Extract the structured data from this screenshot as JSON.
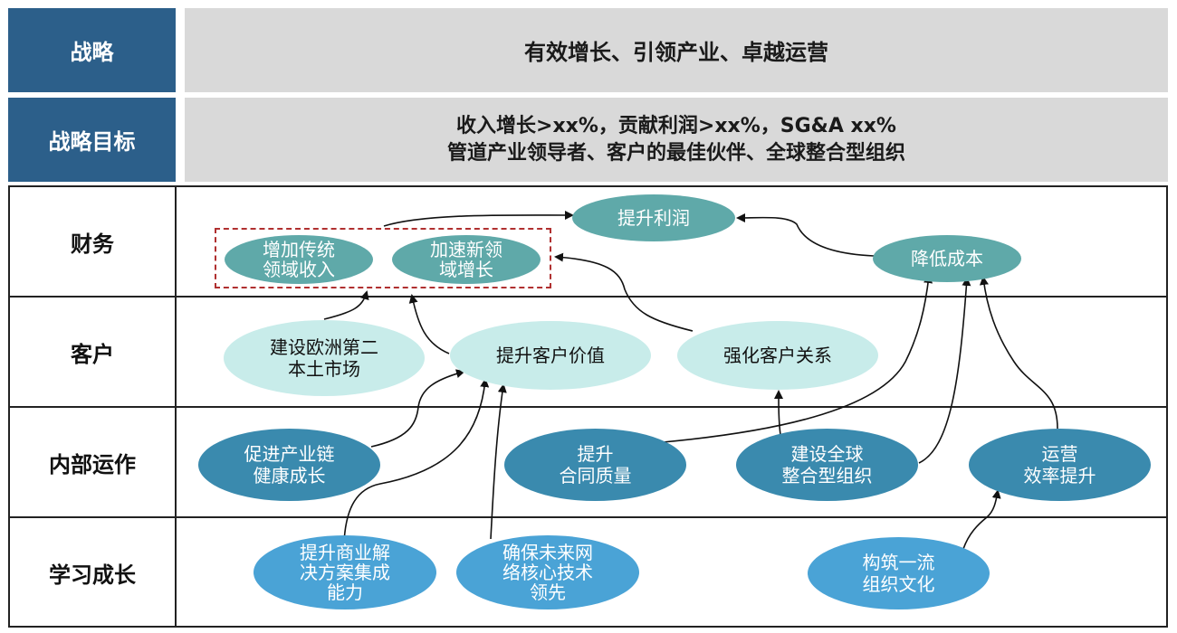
{
  "header": {
    "strategy_label": "战略",
    "strategy_text": "有效增长、引领产业、卓越运营",
    "goal_label": "战略目标",
    "goal_line1": "收入增长>xx%，贡献利润>xx%，SG&A xx%",
    "goal_line2": "管道产业领导者、客户的最佳伙伴、全球整合型组织"
  },
  "rows": {
    "finance": "财务",
    "customer": "客户",
    "internal": "内部运作",
    "learning": "学习成长"
  },
  "nodes": {
    "profit": "提升利润",
    "trad_income_1": "增加传统",
    "trad_income_2": "领域收入",
    "new_growth_1": "加速新领",
    "new_growth_2": "域增长",
    "reduce_cost": "降低成本",
    "europe_1": "建设欧洲第二",
    "europe_2": "本土市场",
    "customer_value": "提升客户价值",
    "customer_relation": "强化客户关系",
    "industry_chain_1": "促进产业链",
    "industry_chain_2": "健康成长",
    "contract_1": "提升",
    "contract_2": "合同质量",
    "global_org_1": "建设全球",
    "global_org_2": "整合型组织",
    "ops_1": "运营",
    "ops_2": "效率提升",
    "business_sol_1": "提升商业解",
    "business_sol_2": "决方案集成",
    "business_sol_3": "能力",
    "tech_lead_1": "确保未来网",
    "tech_lead_2": "络核心技术",
    "tech_lead_3": "领先",
    "culture_1": "构筑一流",
    "culture_2": "组织文化"
  },
  "colors": {
    "header_label_bg": "#2c5f8a",
    "header_content_bg": "#d9d9d9",
    "finance_node": "#5fa9a9",
    "customer_node": "#c8ecea",
    "internal_node": "#3a8aae",
    "learning_node": "#4aa3d6",
    "dashed_group_border": "#b03030"
  }
}
